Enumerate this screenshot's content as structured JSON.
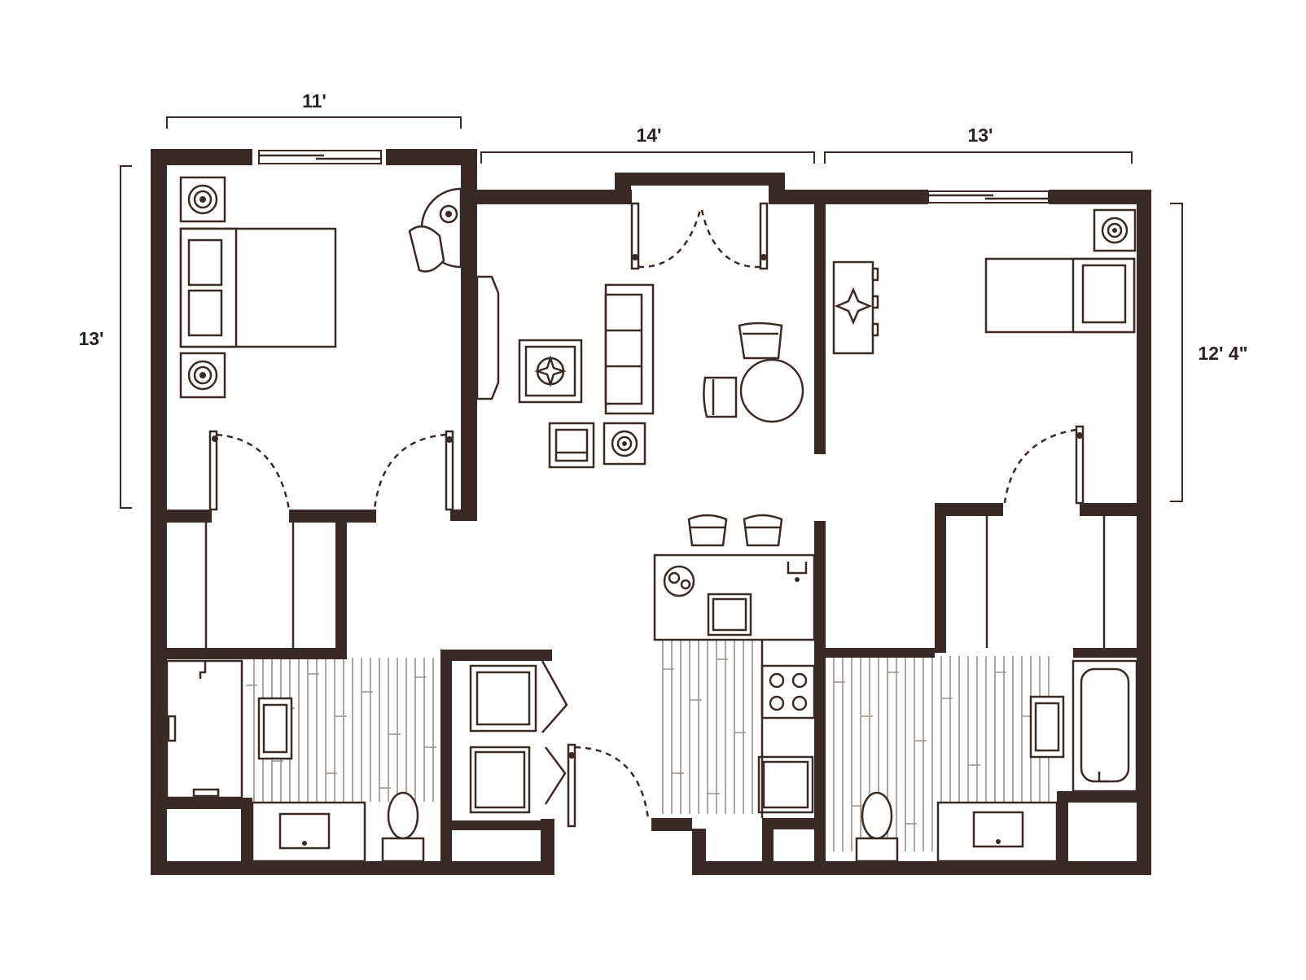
{
  "dimensions": {
    "left_bedroom_width": "11'",
    "living_width": "14'",
    "right_bedroom_width": "13'",
    "left_bedroom_depth": "13'",
    "right_bedroom_depth": "12' 4\""
  },
  "colors": {
    "wall": "#3a2a25",
    "tile": "#9b918c",
    "background": "#ffffff"
  }
}
